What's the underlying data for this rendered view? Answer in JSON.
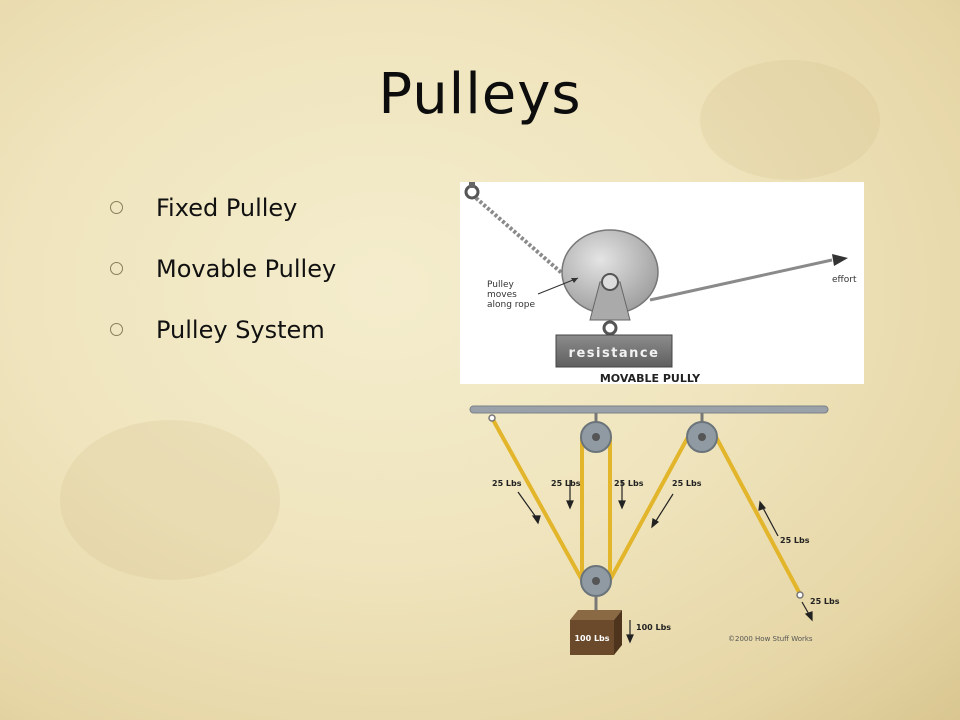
{
  "slide": {
    "title": "Pulleys",
    "bullets": [
      "Fixed Pulley",
      "Movable Pulley",
      "Pulley System"
    ]
  },
  "figure_movable": {
    "callout": [
      "Pulley",
      "moves",
      "along rope"
    ],
    "effort_label": "effort",
    "block_label": "resistance",
    "caption": "MOVABLE PULLY"
  },
  "figure_system": {
    "rope_labels": [
      "25 Lbs",
      "25 Lbs",
      "25 Lbs",
      "25 Lbs",
      "25 Lbs",
      "25 Lbs"
    ],
    "weight_label": "100 Lbs",
    "load_label": "100 Lbs",
    "copyright": "©2000 How Stuff Works"
  },
  "colors": {
    "title": "#0d0d0d",
    "rope": "#e2b52b",
    "pulley": "#8f9aa3",
    "block": "#6b4a2b",
    "resistance_block": "#7a7a7a"
  }
}
